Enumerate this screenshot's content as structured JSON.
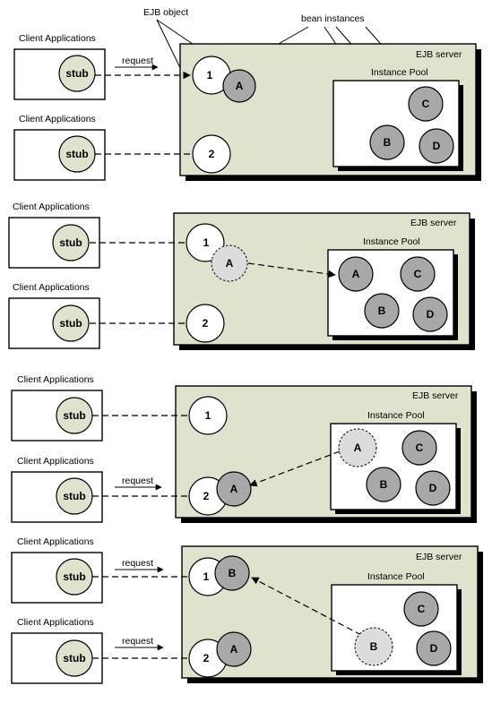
{
  "labels": {
    "ejb_object": "EJB object",
    "bean_instances": "bean instances",
    "client_applications": "Client Applications",
    "stub": "stub",
    "request": "request",
    "ejb_server": "EJB server",
    "instance_pool": "Instance Pool"
  },
  "ids": {
    "obj1": "1",
    "obj2": "2",
    "A": "A",
    "B": "B",
    "C": "C",
    "D": "D"
  }
}
